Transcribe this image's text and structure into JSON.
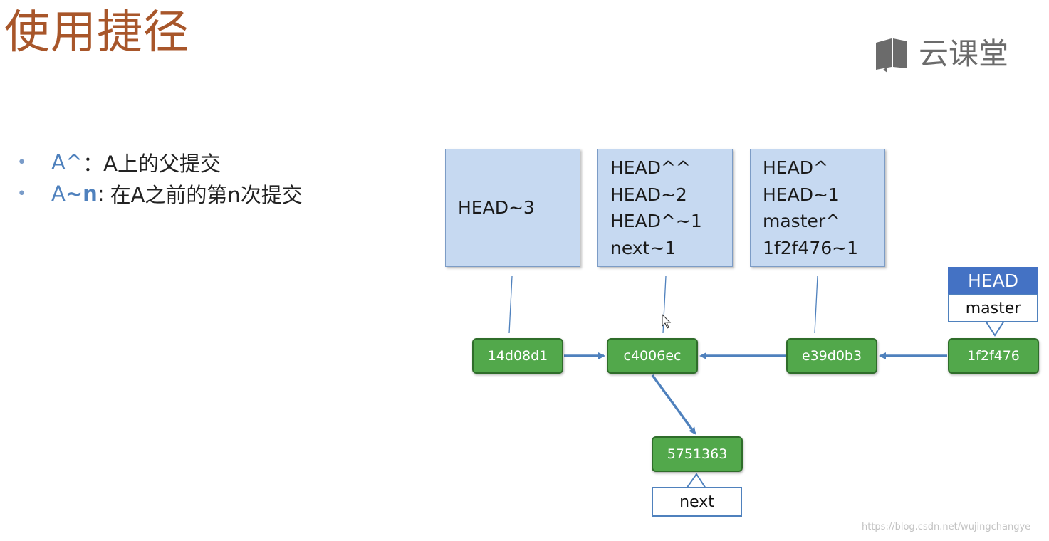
{
  "title": "使用捷径",
  "logo": {
    "text": "云课堂"
  },
  "bullets": [
    {
      "term": "A^",
      "sep": "：",
      "desc": "A上的父提交"
    },
    {
      "term_base": "A",
      "term_op": "~n",
      "sep": ":",
      "desc": "在A之前的第n次提交"
    }
  ],
  "ref_boxes": [
    {
      "lines": [
        "HEAD~3"
      ]
    },
    {
      "lines": [
        "HEAD^^",
        "HEAD~2",
        "HEAD^~1",
        "next~1"
      ]
    },
    {
      "lines": [
        "HEAD^",
        "HEAD~1",
        "master^",
        "1f2f476~1"
      ]
    }
  ],
  "commits": [
    "14d08d1",
    "c4006ec",
    "e39d0b3",
    "1f2f476",
    "5751363"
  ],
  "labels": {
    "head": "HEAD",
    "master": "master",
    "next": "next"
  },
  "watermark": "https://blog.csdn.net/wujingchangye",
  "colors": {
    "title": "#a8562a",
    "accent": "#4f81bd",
    "ref_box_fill": "#c6d9f1",
    "commit_fill": "#52a84b",
    "head_fill": "#4472c4",
    "arrow": "#4f81bd"
  }
}
